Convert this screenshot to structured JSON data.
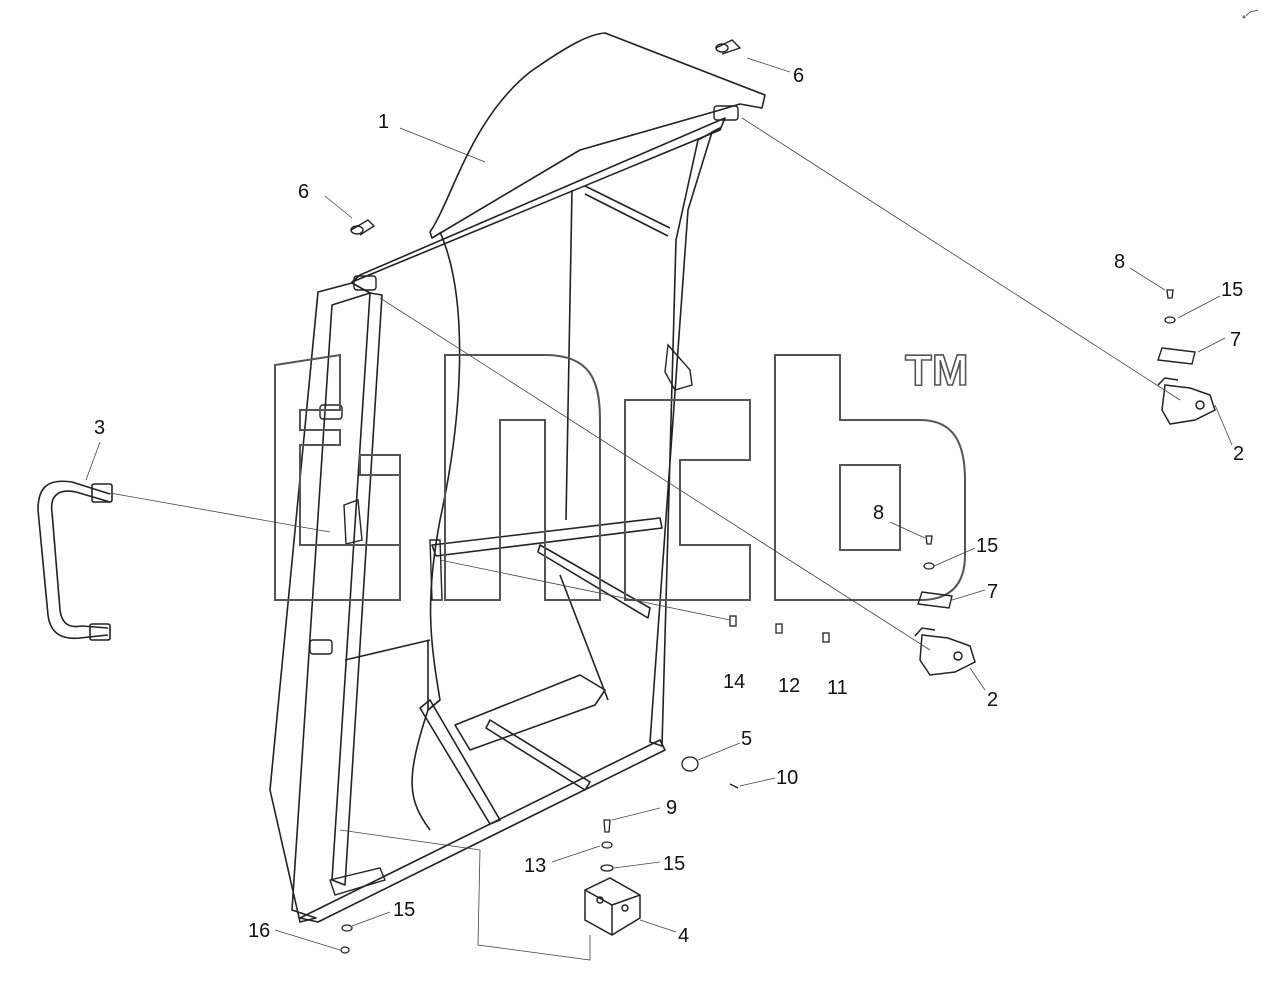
{
  "callouts": [
    {
      "id": "c1",
      "text": "1"
    },
    {
      "id": "c2a",
      "text": "2"
    },
    {
      "id": "c2b",
      "text": "2"
    },
    {
      "id": "c3",
      "text": "3"
    },
    {
      "id": "c4",
      "text": "4"
    },
    {
      "id": "c5",
      "text": "5"
    },
    {
      "id": "c6a",
      "text": "6"
    },
    {
      "id": "c6b",
      "text": "6"
    },
    {
      "id": "c7a",
      "text": "7"
    },
    {
      "id": "c7b",
      "text": "7"
    },
    {
      "id": "c8a",
      "text": "8"
    },
    {
      "id": "c8b",
      "text": "8"
    },
    {
      "id": "c9",
      "text": "9"
    },
    {
      "id": "c10",
      "text": "10"
    },
    {
      "id": "c11",
      "text": "11"
    },
    {
      "id": "c12",
      "text": "12"
    },
    {
      "id": "c13",
      "text": "13"
    },
    {
      "id": "c14",
      "text": "14"
    },
    {
      "id": "c15a",
      "text": "15"
    },
    {
      "id": "c15b",
      "text": "15"
    },
    {
      "id": "c15c",
      "text": "15"
    },
    {
      "id": "c15d",
      "text": "15"
    },
    {
      "id": "c16",
      "text": "16"
    }
  ],
  "watermark": {
    "trademark": "TM"
  },
  "colors": {
    "line": "#222222",
    "leader": "#444444",
    "watermark_stroke": "#555555"
  }
}
